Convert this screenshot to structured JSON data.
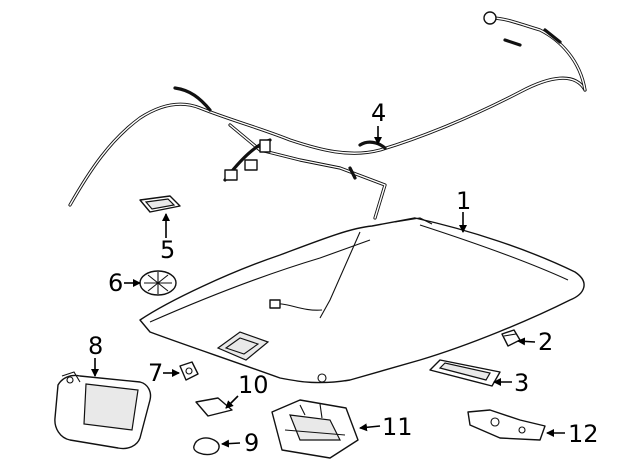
{
  "diagram": {
    "callouts": [
      {
        "id": "1",
        "label": "1"
      },
      {
        "id": "2",
        "label": "2"
      },
      {
        "id": "3",
        "label": "3"
      },
      {
        "id": "4",
        "label": "4"
      },
      {
        "id": "5",
        "label": "5"
      },
      {
        "id": "6",
        "label": "6"
      },
      {
        "id": "7",
        "label": "7"
      },
      {
        "id": "8",
        "label": "8"
      },
      {
        "id": "9",
        "label": "9"
      },
      {
        "id": "10",
        "label": "10"
      },
      {
        "id": "11",
        "label": "11"
      },
      {
        "id": "12",
        "label": "12"
      }
    ],
    "parts": [
      {
        "callout": "1",
        "icon": "headliner-panel"
      },
      {
        "callout": "2",
        "icon": "clip"
      },
      {
        "callout": "3",
        "icon": "dome-lamp"
      },
      {
        "callout": "4",
        "icon": "wiring-harness"
      },
      {
        "callout": "5",
        "icon": "reading-lamp"
      },
      {
        "callout": "6",
        "icon": "speaker-grille"
      },
      {
        "callout": "7",
        "icon": "retainer-clip"
      },
      {
        "callout": "8",
        "icon": "sun-visor"
      },
      {
        "callout": "9",
        "icon": "cover-pad"
      },
      {
        "callout": "10",
        "icon": "insulator-pad"
      },
      {
        "callout": "11",
        "icon": "overhead-console"
      },
      {
        "callout": "12",
        "icon": "bracket"
      }
    ]
  }
}
